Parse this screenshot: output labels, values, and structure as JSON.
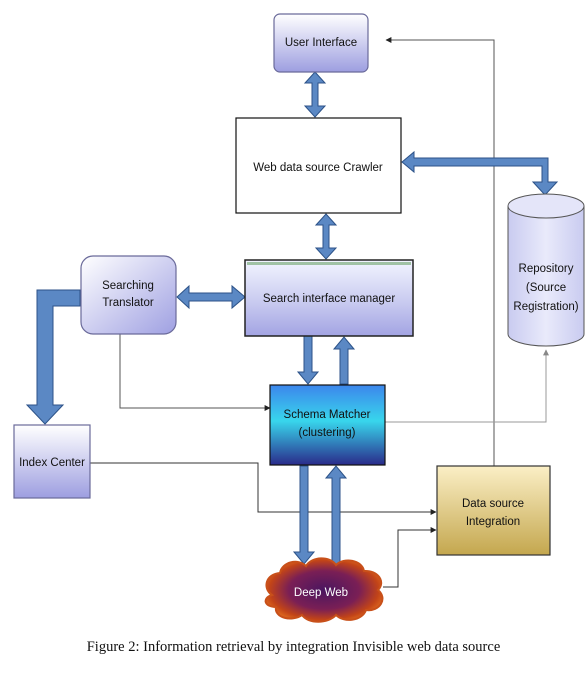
{
  "nodes": {
    "user_interface": "User Interface",
    "crawler": "Web data source Crawler",
    "repository": [
      "Repository",
      "(Source",
      "Registration)"
    ],
    "searching_translator": [
      "Searching",
      "Translator"
    ],
    "search_interface_manager": "Search interface manager",
    "schema_matcher": [
      "Schema Matcher",
      "(clustering)"
    ],
    "index_center": "Index Center",
    "data_source_integration": [
      "Data source",
      "Integration"
    ],
    "deep_web": "Deep Web"
  },
  "caption": "Figure 2: Information retrieval by integration Invisible web data source",
  "colors": {
    "arrow_fill": "#5b88c4",
    "arrow_stroke": "#2c5288",
    "lavender_top": "#ffffff",
    "lavender_bottom": "#9d9ee0",
    "repository_fill": "#dcddf6",
    "schema_top": "#3c86ec",
    "schema_mid": "#38d6ec",
    "schema_bottom": "#2a2a8a",
    "integration_top": "#fbefc6",
    "integration_bottom": "#c4a74e",
    "cloud_outer": "#cc4a17",
    "cloud_inner": "#4a1660"
  }
}
